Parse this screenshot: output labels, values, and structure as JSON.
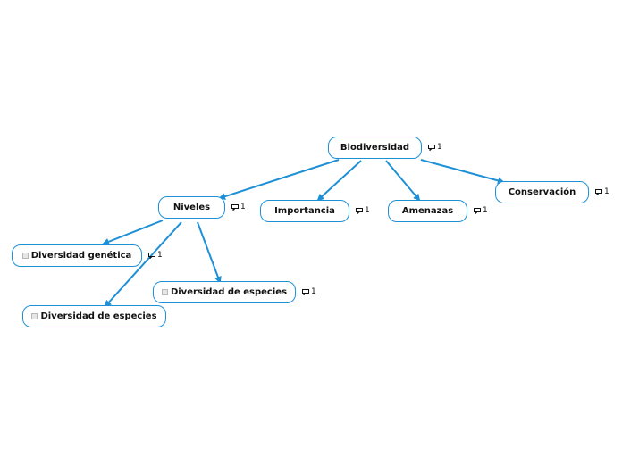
{
  "diagram": {
    "colors": {
      "line": "#1e90d6",
      "node_border": "#1e90d6",
      "text": "#111111"
    },
    "nodes": [
      {
        "id": "biodiversidad",
        "label": "Biodiversidad",
        "comments": "1",
        "checkbox": false
      },
      {
        "id": "niveles",
        "label": "Niveles",
        "comments": "1",
        "checkbox": false
      },
      {
        "id": "importancia",
        "label": "Importancia",
        "comments": "1",
        "checkbox": false
      },
      {
        "id": "amenazas",
        "label": "Amenazas",
        "comments": "1",
        "checkbox": false
      },
      {
        "id": "conservacion",
        "label": "Conservación",
        "comments": "1",
        "checkbox": false
      },
      {
        "id": "diversidad-genetica",
        "label": "Diversidad genética",
        "comments": "1",
        "checkbox": true
      },
      {
        "id": "diversidad-especies-1",
        "label": "Diversidad de especies",
        "comments": "1",
        "checkbox": true
      },
      {
        "id": "diversidad-especies-2",
        "label": "Diversidad de especies",
        "comments": "",
        "checkbox": true
      }
    ],
    "edges": [
      {
        "from": "biodiversidad",
        "to": "niveles"
      },
      {
        "from": "biodiversidad",
        "to": "importancia"
      },
      {
        "from": "biodiversidad",
        "to": "amenazas"
      },
      {
        "from": "biodiversidad",
        "to": "conservacion"
      },
      {
        "from": "niveles",
        "to": "diversidad-genetica"
      },
      {
        "from": "niveles",
        "to": "diversidad-especies-1"
      },
      {
        "from": "niveles",
        "to": "diversidad-especies-2"
      }
    ]
  }
}
